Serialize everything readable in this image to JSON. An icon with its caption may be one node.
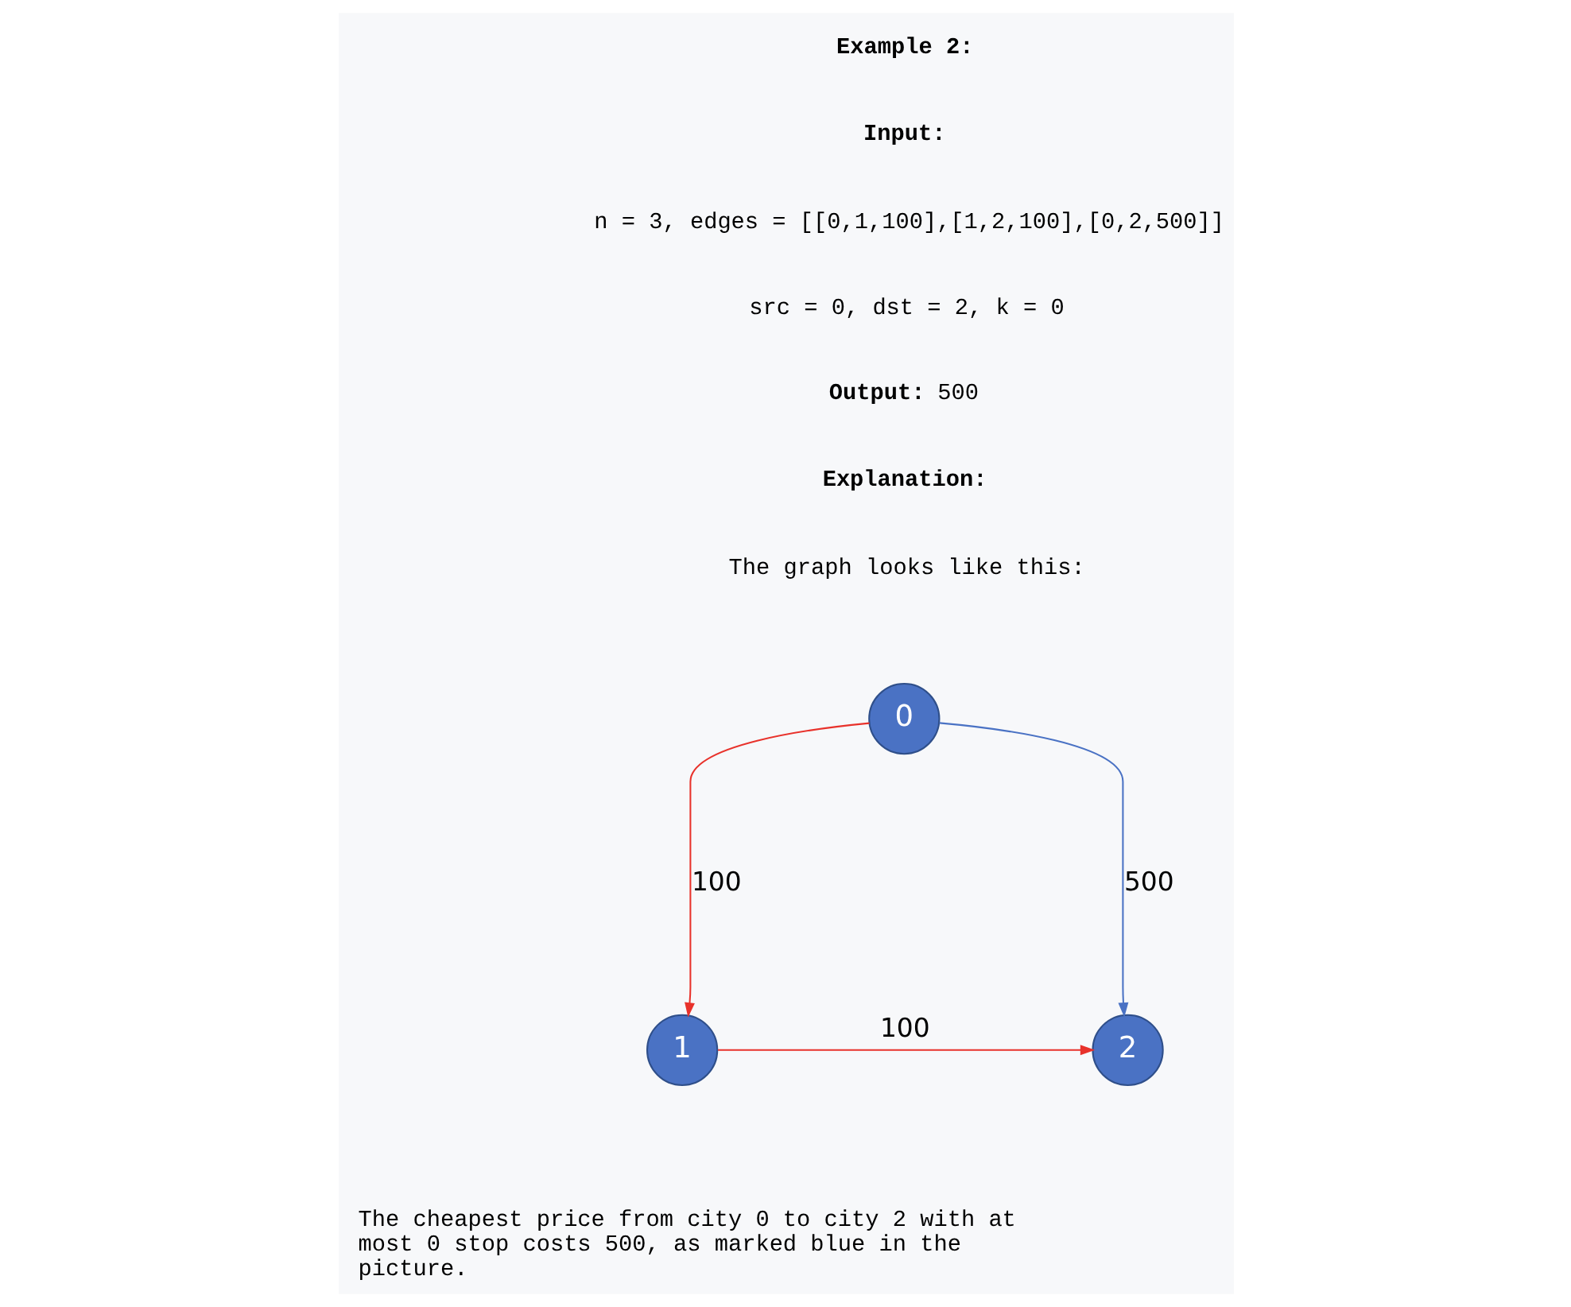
{
  "diagram": {
    "nodes": [
      {
        "text": [
          "0"
        ]
      },
      {
        "text": [
          "1"
        ]
      },
      {
        "text": [
          "2"
        ]
      }
    ],
    "edges": [
      {
        "from": 0,
        "to": 1,
        "arrow": "to",
        "label": "100"
      },
      {
        "from": 1,
        "to": 2,
        "arrow": "to",
        "label": "100"
      },
      {
        "from": 0,
        "to": 2,
        "arrow": "to",
        "label": "500",
        "color": "#4a72c4"
      }
    ],
    "labels": [
      "Example 2:",
      "Input:",
      "n = 3, edges = [[0,1,100],[1,2,100],[0,2,500]]",
      "src = 0, dst = 2, k = 0",
      "**Output:** 500",
      "Explanation:",
      "The graph looks like this:",
      "The cheapest price from city 0 to city 2 with at most 0 stop costs 500, as marked blue in the picture."
    ]
  }
}
